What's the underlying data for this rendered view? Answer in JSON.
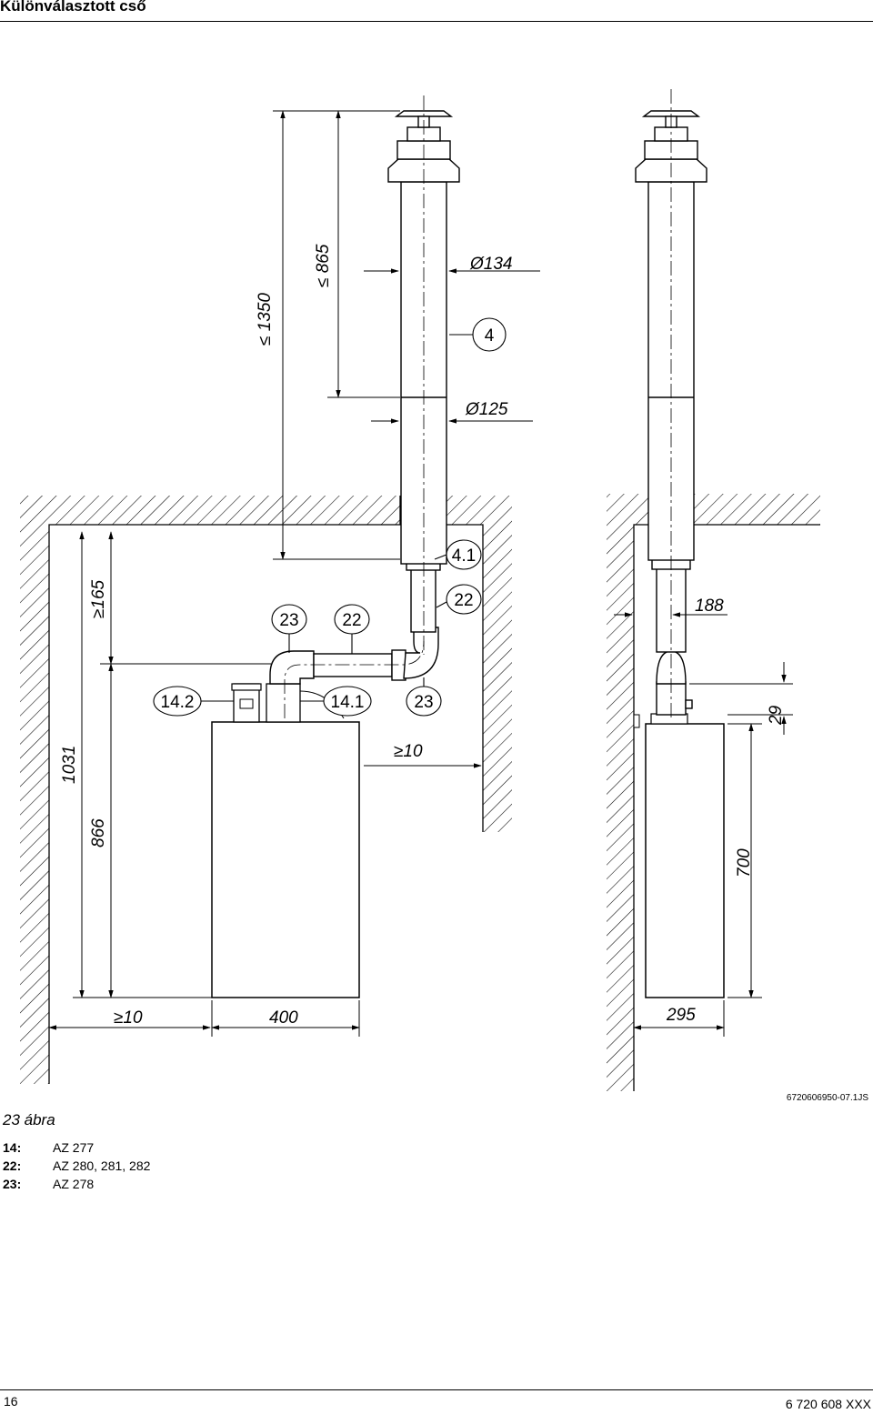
{
  "header": {
    "title": "Különválasztott cső"
  },
  "figure": {
    "labels": {
      "d1350": "≤ 1350",
      "d865": "≤ 865",
      "d134": "Ø134",
      "d125": "Ø125",
      "d1031": "1031",
      "d866": "866",
      "d165": "≥165",
      "d10_side": "≥10",
      "d10_bottom": "≥10",
      "d400": "400",
      "d295": "295",
      "d700": "700",
      "d29": "29",
      "d188": "188",
      "code": "6720606950-07.1JS"
    },
    "callouts": {
      "c4": "4",
      "c41": "4.1",
      "c22a": "22",
      "c22b": "22",
      "c23a": "23",
      "c23b": "23",
      "c142": "14.2",
      "c141": "14.1"
    }
  },
  "caption": "23 ábra",
  "legend": [
    {
      "key": "14:",
      "value": "AZ 277"
    },
    {
      "key": "22:",
      "value": "AZ 280, 281, 282"
    },
    {
      "key": "23:",
      "value": "AZ 278"
    }
  ],
  "footer": {
    "page": "16",
    "doc": "6 720 608 XXX"
  }
}
